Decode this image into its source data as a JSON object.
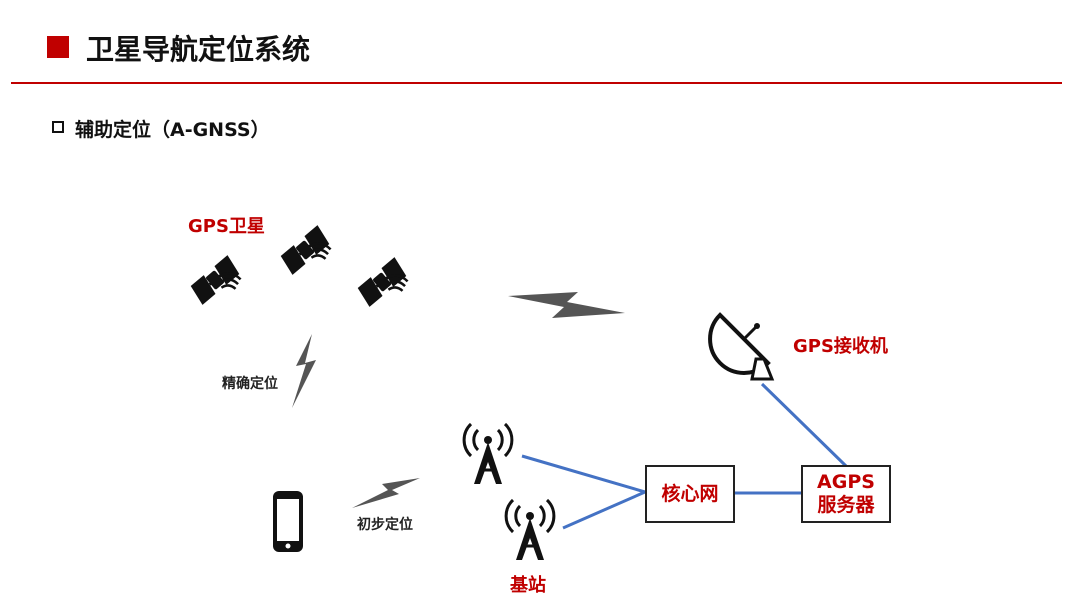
{
  "header": {
    "title": "卫星导航定位系统"
  },
  "section": {
    "subtitle": "辅助定位（A-GNSS）"
  },
  "diagram": {
    "satellites_label": "GPS卫星",
    "receiver_label": "GPS接收机",
    "precise_label": "精确定位",
    "initial_label": "初步定位",
    "base_station_label": "基站",
    "core_network_label": "核心网",
    "agps_server_line1": "AGPS",
    "agps_server_line2": "服务器",
    "colors": {
      "accent": "#c00000",
      "link": "#4472c4",
      "signal": "#555555"
    },
    "icons": [
      "satellite-icon",
      "satellite-dish-icon",
      "radio-tower-icon",
      "smartphone-icon",
      "lightning-signal-icon"
    ]
  }
}
